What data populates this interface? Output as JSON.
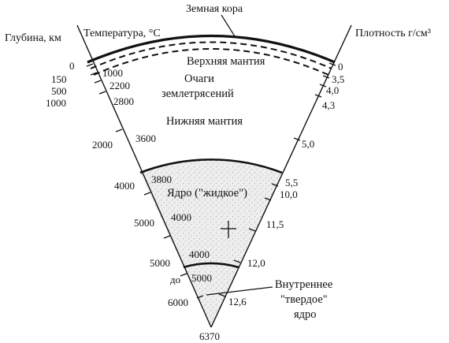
{
  "labels": {
    "crust": "Земная кора",
    "depth_axis": "Глубина, км",
    "temperature_axis": "Температура, °C",
    "density_axis": "Плотность г/см³",
    "upper_mantle": "Верхняя мантия",
    "earthquake_foci_line1": "Очаги",
    "earthquake_foci_line2": "землетрясений",
    "lower_mantle": "Нижняя мантия",
    "outer_core": "Ядро (\"жидкое\")",
    "inner_core_line1": "Внутреннее",
    "inner_core_line2": "\"твердое\"",
    "inner_core_line3": "ядро"
  },
  "depth_km": [
    "0",
    "150",
    "500",
    "1000",
    "2000",
    "4000",
    "5000",
    "5000",
    "до",
    "6000",
    "6370"
  ],
  "temperature_c": [
    "1000",
    "2200",
    "2800",
    "3600",
    "3800",
    "4000",
    "4000",
    "5000"
  ],
  "density_g_cm3": [
    "0",
    "3,5",
    "4,0",
    "4,3",
    "5,0",
    "5,5",
    "10,0",
    "11,5",
    "12,0",
    "12,6"
  ],
  "colors": {
    "line": "#111111",
    "core_fill": "#eaeaea",
    "core_stipple": "#8a8a8a",
    "background": "#ffffff"
  }
}
